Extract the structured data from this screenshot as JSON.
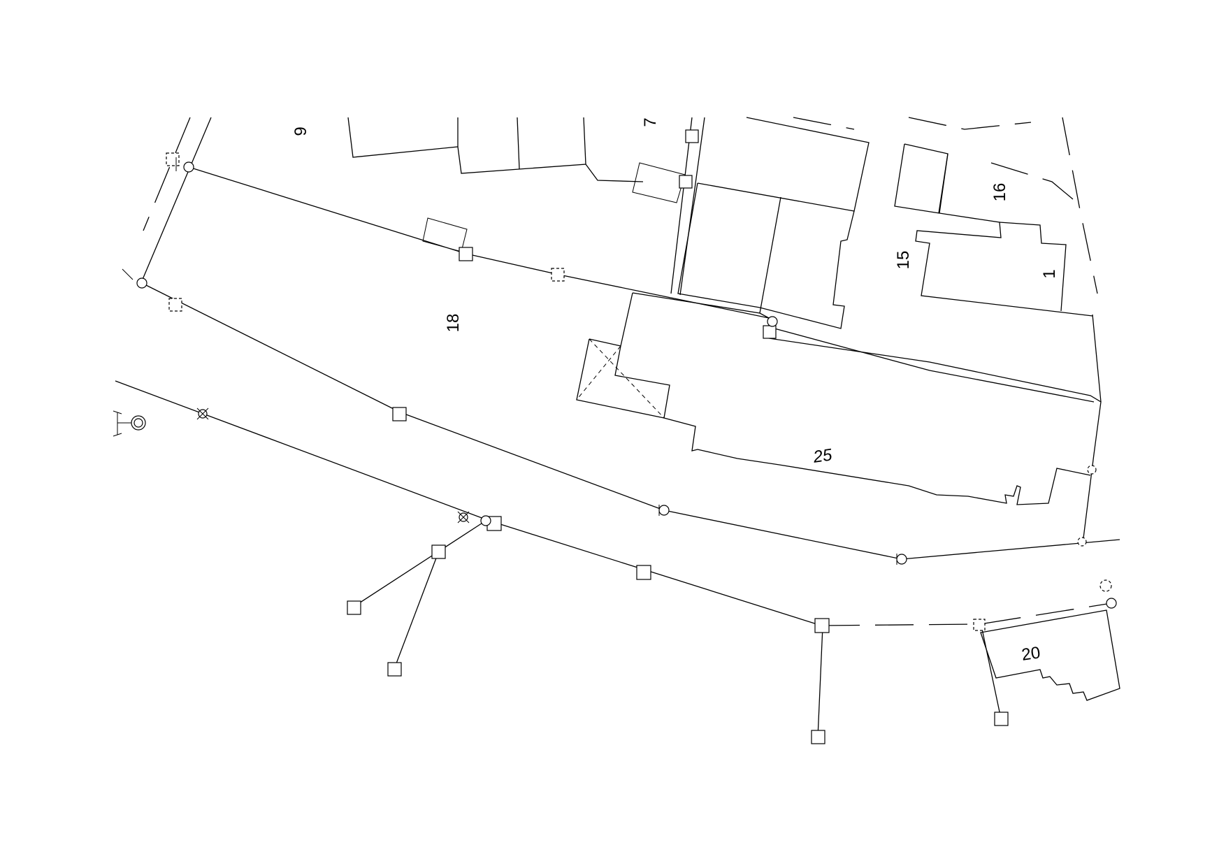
{
  "map": {
    "parcel_labels": [
      "9",
      "7",
      "16",
      "15",
      "1",
      "18",
      "25",
      "20"
    ]
  }
}
